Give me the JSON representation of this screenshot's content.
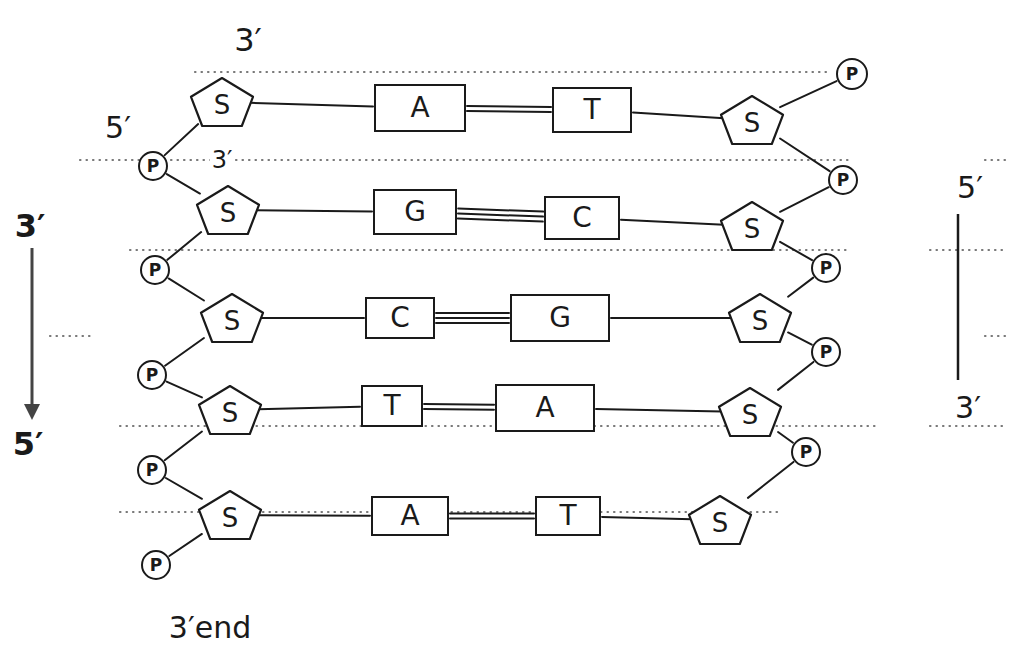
{
  "diagram": {
    "nodes": [
      {
        "text": [
          "S"
        ]
      },
      {
        "text": [
          "A"
        ]
      },
      {
        "text": [
          "T"
        ]
      },
      {
        "text": [
          "S"
        ]
      },
      {
        "text": [
          "P"
        ]
      },
      {
        "text": [
          "P"
        ]
      },
      {
        "text": [
          "P"
        ]
      },
      {
        "text": [
          "S"
        ]
      },
      {
        "text": [
          "G"
        ]
      },
      {
        "text": [
          "C"
        ]
      },
      {
        "text": [
          "S"
        ]
      },
      {
        "text": [
          "P"
        ]
      },
      {
        "text": [
          "P"
        ]
      },
      {
        "text": [
          "S"
        ]
      },
      {
        "text": [
          "C"
        ]
      },
      {
        "text": [
          "G"
        ]
      },
      {
        "text": [
          "S"
        ]
      },
      {
        "text": [
          "P"
        ]
      },
      {
        "text": [
          "P"
        ]
      },
      {
        "text": [
          "S"
        ]
      },
      {
        "text": [
          "T"
        ]
      },
      {
        "text": [
          "A"
        ]
      },
      {
        "text": [
          "S"
        ]
      },
      {
        "text": [
          "P"
        ]
      },
      {
        "text": [
          "P"
        ]
      },
      {
        "text": [
          "S"
        ]
      },
      {
        "text": [
          "A"
        ]
      },
      {
        "text": [
          "T"
        ]
      },
      {
        "text": [
          "S"
        ]
      },
      {
        "text": [
          "P"
        ]
      }
    ],
    "edges": [
      {
        "from": 0,
        "to": 1,
        "arrow": "none"
      },
      {
        "from": 3,
        "to": 2,
        "arrow": "none"
      },
      {
        "from": 7,
        "to": 8,
        "arrow": "none"
      },
      {
        "from": 10,
        "to": 9,
        "arrow": "none"
      },
      {
        "from": 13,
        "to": 14,
        "arrow": "none"
      },
      {
        "from": 16,
        "to": 15,
        "arrow": "none"
      },
      {
        "from": 19,
        "to": 20,
        "arrow": "none"
      },
      {
        "from": 22,
        "to": 21,
        "arrow": "none"
      },
      {
        "from": 25,
        "to": 26,
        "arrow": "none"
      },
      {
        "from": 28,
        "to": 27,
        "arrow": "none"
      },
      {
        "from": 1,
        "to": 2,
        "arrow": "none"
      },
      {
        "from": 8,
        "to": 9,
        "arrow": "none"
      },
      {
        "from": 14,
        "to": 15,
        "arrow": "none"
      },
      {
        "from": 20,
        "to": 21,
        "arrow": "none"
      },
      {
        "from": 26,
        "to": 27,
        "arrow": "none"
      },
      {
        "from": 0,
        "to": 5,
        "arrow": "none"
      },
      {
        "from": 5,
        "to": 7,
        "arrow": "none"
      },
      {
        "from": 7,
        "to": 11,
        "arrow": "none"
      },
      {
        "from": 11,
        "to": 13,
        "arrow": "none"
      },
      {
        "from": 13,
        "to": 17,
        "arrow": "none"
      },
      {
        "from": 17,
        "to": 19,
        "arrow": "none"
      },
      {
        "from": 19,
        "to": 23,
        "arrow": "none"
      },
      {
        "from": 23,
        "to": 25,
        "arrow": "none"
      },
      {
        "from": 25,
        "to": 29,
        "arrow": "none"
      },
      {
        "from": 4,
        "to": 3,
        "arrow": "none"
      },
      {
        "from": 3,
        "to": 6,
        "arrow": "none"
      },
      {
        "from": 6,
        "to": 10,
        "arrow": "none"
      },
      {
        "from": 10,
        "to": 12,
        "arrow": "none"
      },
      {
        "from": 12,
        "to": 16,
        "arrow": "none"
      },
      {
        "from": 16,
        "to": 18,
        "arrow": "none"
      },
      {
        "from": 18,
        "to": 22,
        "arrow": "none"
      },
      {
        "from": 22,
        "to": 24,
        "arrow": "none"
      },
      {
        "from": 24,
        "to": 28,
        "arrow": "none"
      }
    ],
    "labels": [
      "3′",
      "5′",
      "3′",
      "3′",
      "5′",
      "5′",
      "3′",
      "3′end"
    ]
  }
}
